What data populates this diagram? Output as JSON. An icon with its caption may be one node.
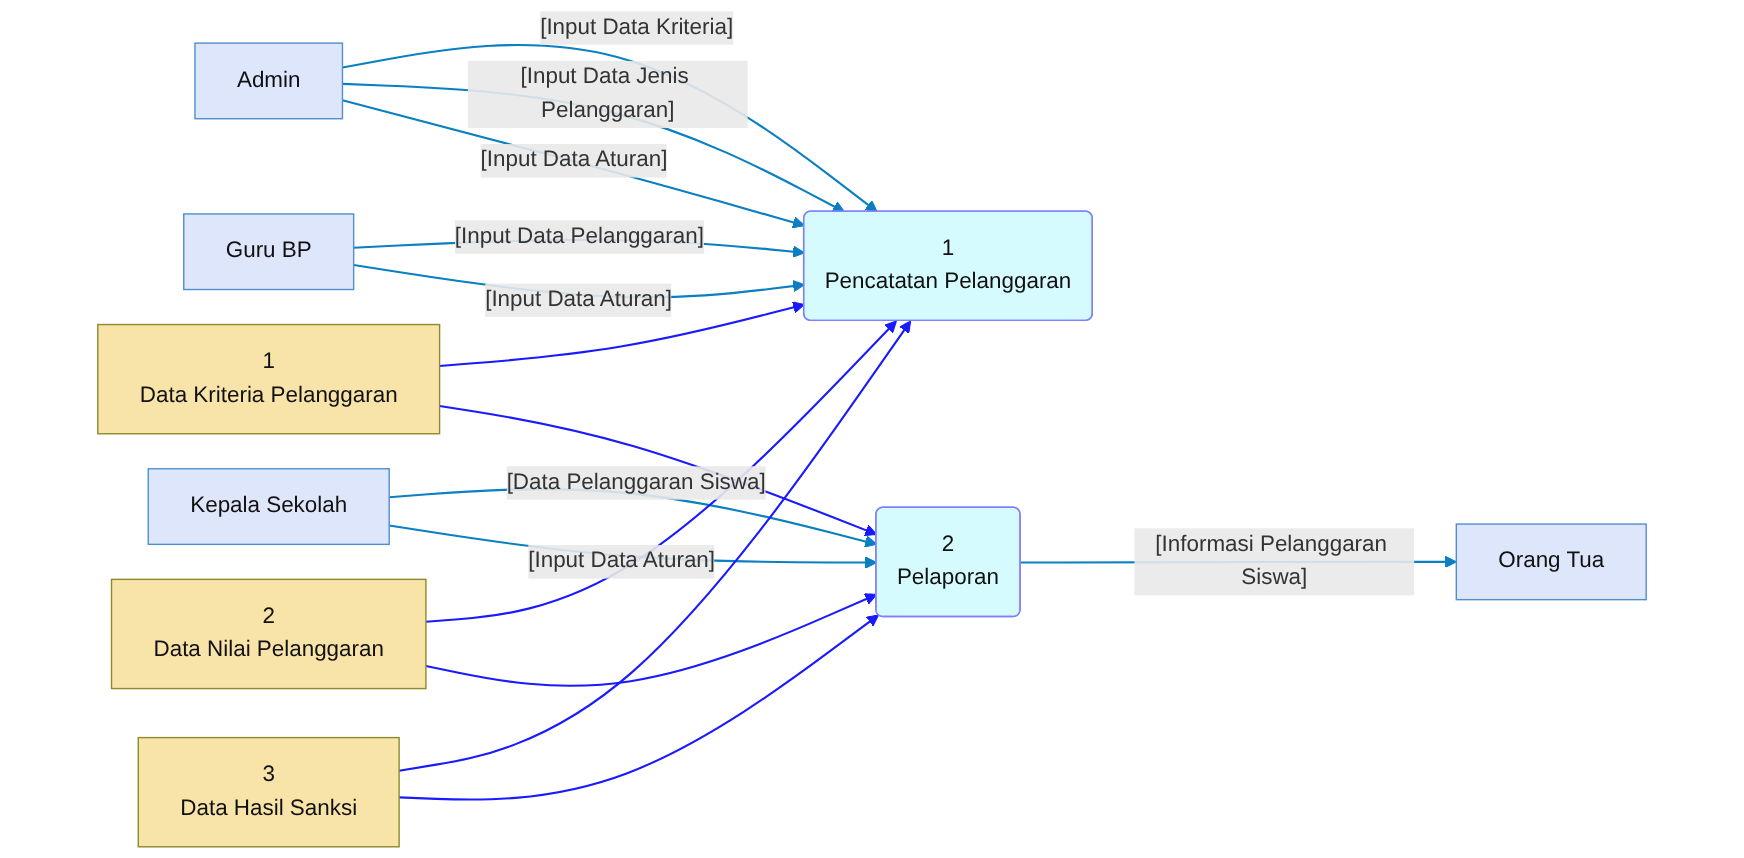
{
  "diagram": {
    "nodes": [
      {
        "text": [
          "Admin"
        ]
      },
      {
        "text": [
          "1",
          "Pencatatan Pelanggaran"
        ]
      },
      {
        "text": [
          "1",
          "Data Kriteria Pelanggaran"
        ]
      },
      {
        "text": [
          "Kepala Sekolah"
        ]
      },
      {
        "text": [
          "2",
          "Data Nilai Pelanggaran"
        ]
      },
      {
        "text": [
          "Guru BP"
        ]
      },
      {
        "text": [
          "2",
          "Pelaporan"
        ]
      },
      {
        "text": [
          "3",
          "Data Hasil Sanksi"
        ]
      },
      {
        "text": [
          "Orang Tua"
        ]
      }
    ],
    "edges": [
      {
        "from": 0,
        "to": 1,
        "arrow": "to",
        "label": "[Input Data Kriteria]"
      },
      {
        "from": 0,
        "to": 1,
        "arrow": "to",
        "label": "[Input Data Jenis Pelanggaran]"
      },
      {
        "from": 0,
        "to": 1,
        "arrow": "to",
        "label": "[Input Data Aturan]"
      },
      {
        "from": 3,
        "to": 6,
        "arrow": "to",
        "label": "[Data Pelanggaran Siswa]"
      },
      {
        "from": 3,
        "to": 6,
        "arrow": "to",
        "label": "[Input Data Aturan]"
      },
      {
        "from": 5,
        "to": 1,
        "arrow": "to",
        "label": "[Input Data Pelanggaran]"
      },
      {
        "from": 5,
        "to": 1,
        "arrow": "to",
        "label": "[Input Data Aturan]"
      },
      {
        "from": 6,
        "to": 8,
        "arrow": "to",
        "label": "[Informasi Pelanggaran Siswa]"
      },
      {
        "from": 2,
        "to": 1,
        "arrow": "to",
        "color": "#1a1aff"
      },
      {
        "from": 2,
        "to": 6,
        "arrow": "to",
        "color": "#1a1aff"
      },
      {
        "from": 4,
        "to": 1,
        "arrow": "to",
        "color": "#1a1aff"
      },
      {
        "from": 4,
        "to": 6,
        "arrow": "to",
        "color": "#1a1aff"
      },
      {
        "from": 7,
        "to": 1,
        "arrow": "to",
        "color": "#1a1aff"
      },
      {
        "from": 7,
        "to": 6,
        "arrow": "to",
        "color": "#1a1aff"
      }
    ]
  }
}
